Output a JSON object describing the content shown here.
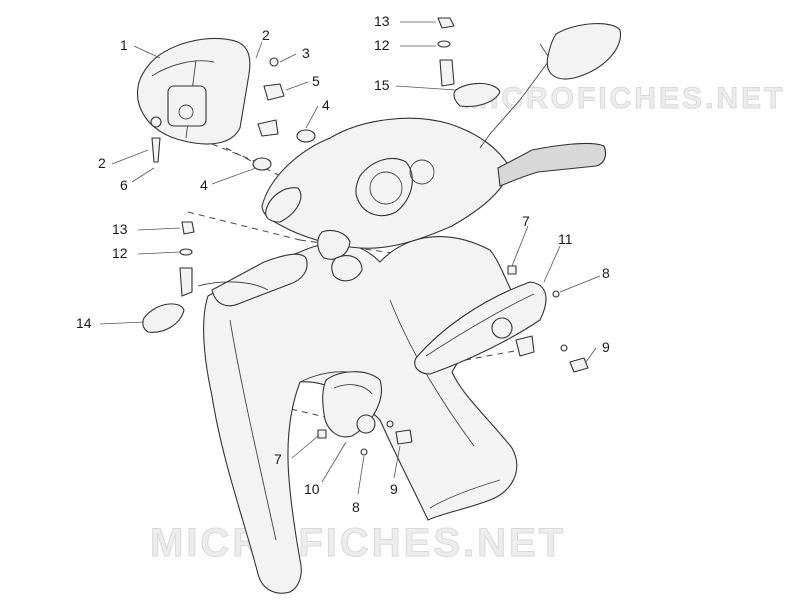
{
  "watermarks": [
    "MICROFICHES.NET",
    "MICROFICHES.NET"
  ],
  "callouts": {
    "c1": "1",
    "c2a": "2",
    "c3": "3",
    "c5": "5",
    "c4a": "4",
    "c4b": "4",
    "c2b": "2",
    "c6": "6",
    "c13a": "13",
    "c12a": "12",
    "c15": "15",
    "c13b": "13",
    "c12b": "12",
    "c14": "14",
    "c7a": "7",
    "c11": "11",
    "c8a": "8",
    "c9a": "9",
    "c7b": "7",
    "c10": "10",
    "c8b": "8",
    "c9b": "9"
  }
}
